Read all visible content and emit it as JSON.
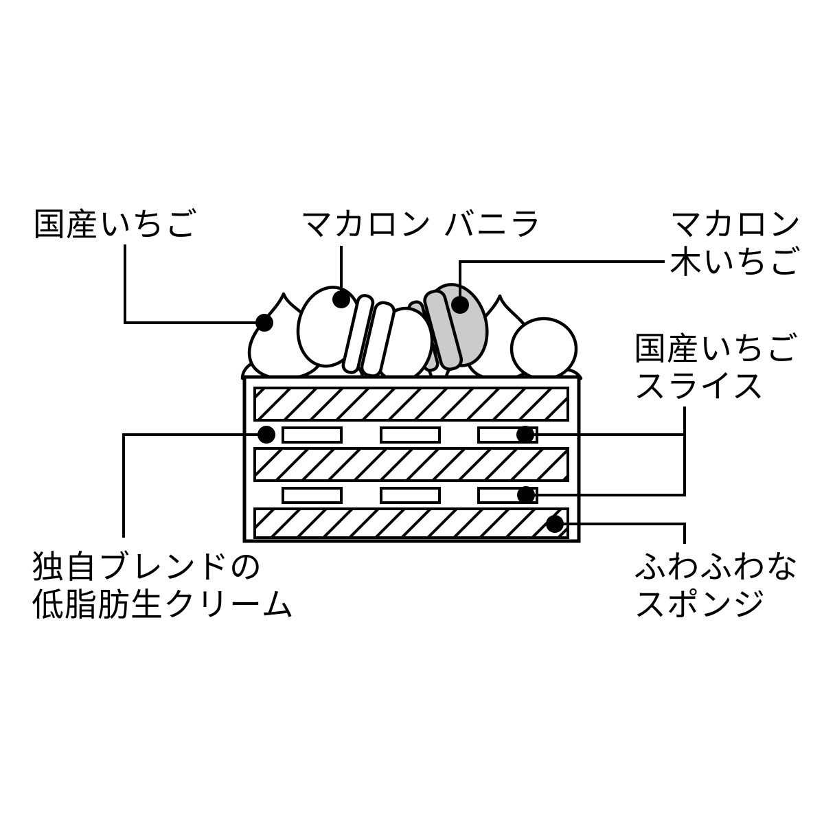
{
  "diagram": {
    "subject": "strawberry shortcake cross-section",
    "labels": {
      "strawberry": {
        "text": "国産いちご"
      },
      "macaron_vanilla": {
        "text": "マカロン バニラ"
      },
      "macaron_raspberry": {
        "line1": "マカロン",
        "line2": "木いちご"
      },
      "strawberry_slice": {
        "line1": "国産いちご",
        "line2": "スライス"
      },
      "cream": {
        "line1": "独自ブレンドの",
        "line2": "低脂肪生クリーム"
      },
      "sponge": {
        "line1": "ふわふわな",
        "line2": "スポンジ"
      }
    },
    "colors": {
      "line": "#000000",
      "background": "#ffffff",
      "macaron_raspberry_fill": "#cbcbcb"
    }
  }
}
